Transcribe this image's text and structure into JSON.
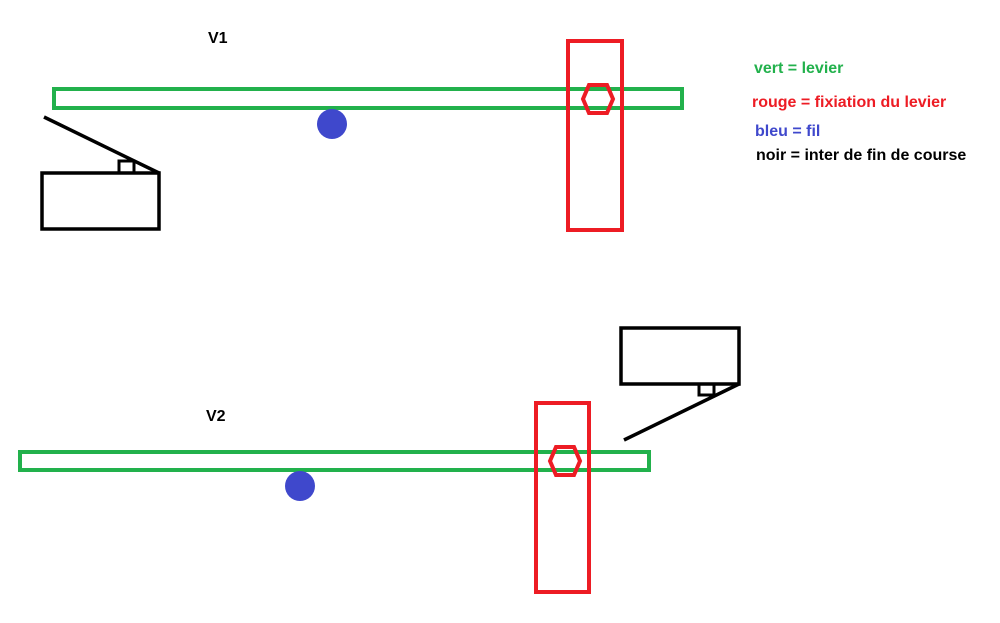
{
  "diagrams": [
    {
      "title": "V1"
    },
    {
      "title": "V2"
    }
  ],
  "legend": [
    {
      "text": "vert = levier",
      "color": "#22b14c"
    },
    {
      "text": "rouge = fixiation du levier",
      "color": "#ed1c24"
    },
    {
      "text": "bleu =  fil",
      "color": "#3f48cc"
    },
    {
      "text": "noir = inter de fin de course",
      "color": "#000000"
    }
  ],
  "colors": {
    "lever": "#22b14c",
    "fixation": "#ed1c24",
    "wire": "#3f48cc",
    "switch": "#000000"
  }
}
